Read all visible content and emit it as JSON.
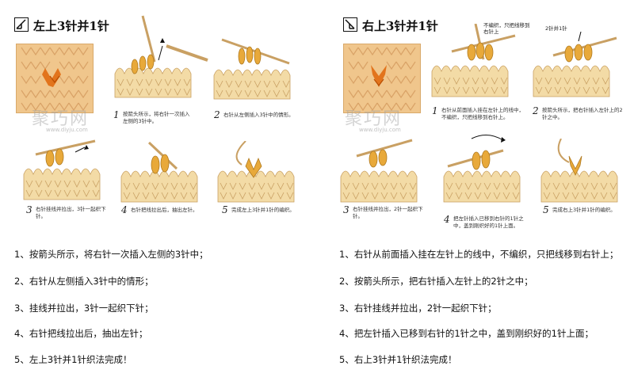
{
  "left": {
    "title": "左上3针并1针",
    "captions": [
      "按箭头所示，将右针一次插入左侧的3针中。",
      "右针从左侧插入3针中的情形。",
      "右针挂线并拉出，3针一起织下针。",
      "右针把线拉出后，抽出左针。",
      "完成左上3针并1针的编织。"
    ],
    "numbers": [
      "1",
      "2",
      "3",
      "4",
      "5"
    ],
    "instructions": [
      "1、按箭头所示，将右针一次插入左侧的3针中；",
      "2、右针从左侧插入3针中的情形；",
      "3、挂线并拉出，3针一起织下针；",
      "4、右针把线拉出后，抽出左针；",
      "5、左上3针并1针织法完成！"
    ]
  },
  "right": {
    "title": "右上3针并1针",
    "annotations": [
      "不编织，只把线移到右针上",
      "2针并1针"
    ],
    "captions": [
      "右针从前面插入挂在左针上的线中，不编织，只把线移到右针上。",
      "按箭头所示，把右针插入左针上的2针之中。",
      "右针挂线并拉出，2针一起织下针。",
      "把左针插入已移到右针的1针之中，盖到刚织好的1针上面。",
      "完成右上3针并1针的编织。"
    ],
    "numbers": [
      "1",
      "2",
      "3",
      "4",
      "5"
    ],
    "instructions": [
      "1、右针从前面插入挂在左针上的线中，不编织，只把线移到右针上；",
      "2、按箭头所示，把右针插入左针上的2针之中；",
      "3、右针挂线并拉出，2针一起织下针；",
      "4、把左针插入已移到右针的1针之中，盖到刚织好的1针上面；",
      "5、右上3针并1针织法完成！"
    ]
  },
  "watermark": {
    "text": "聚巧网",
    "url": "www.diyju.com"
  },
  "colors": {
    "yarn": "#f3dba6",
    "yarn_outline": "#c9a063",
    "highlight": "#e8a93a",
    "swatch": "#f0c68c",
    "swatch_accent": "#e06a10"
  }
}
